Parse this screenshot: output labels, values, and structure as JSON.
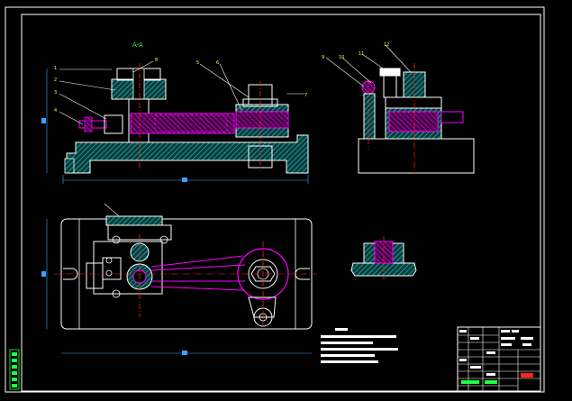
{
  "window": {
    "background": "#000000"
  },
  "drawing": {
    "section_label": "A-A",
    "view_label_top": "",
    "view_label_bottom_mid": "",
    "view_label_right": "",
    "callouts": [
      "1",
      "2",
      "3",
      "4",
      "5",
      "6",
      "7",
      "8",
      "9",
      "10",
      "11",
      "12"
    ]
  },
  "notes": {
    "heading": "",
    "lines": [
      "",
      "",
      "",
      ""
    ]
  },
  "title_block": {
    "rows": [
      "",
      "",
      "",
      "",
      "",
      ""
    ]
  },
  "colors": {
    "frame": "#ffffff",
    "outline": "#ffffff",
    "hatch": "#20c0c0",
    "part": "#ff00ff",
    "center": "#ff2020",
    "dim": "#40a0ff",
    "label": "#ffff40",
    "green": "#20ff40"
  }
}
